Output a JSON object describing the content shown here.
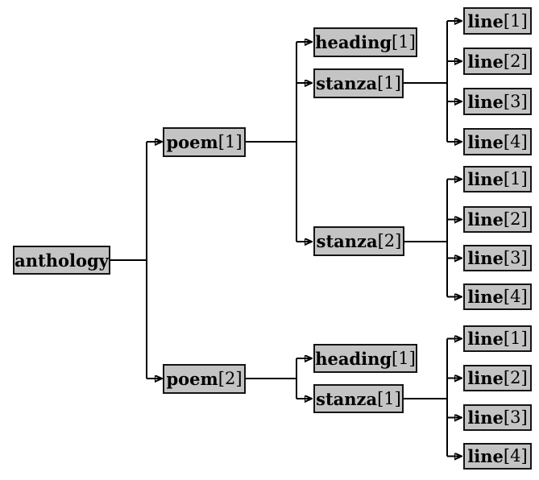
{
  "colors": {
    "background": "#ffffff",
    "node_fill": "#c4c4c4",
    "node_border": "#141414",
    "edge_line": "#000000",
    "text": "#000000"
  },
  "nodes": {
    "anthology": {
      "name": "anthology",
      "index": ""
    },
    "poem1": {
      "name": "poem",
      "index": "[1]"
    },
    "poem2": {
      "name": "poem",
      "index": "[2]"
    },
    "p1_heading1": {
      "name": "heading",
      "index": "[1]"
    },
    "p1_stanza1": {
      "name": "stanza",
      "index": "[1]"
    },
    "p1_stanza2": {
      "name": "stanza",
      "index": "[2]"
    },
    "p2_heading1": {
      "name": "heading",
      "index": "[1]"
    },
    "p2_stanza1": {
      "name": "stanza",
      "index": "[1]"
    },
    "p1_s1_lines": [
      {
        "name": "line",
        "index": "[1]"
      },
      {
        "name": "line",
        "index": "[2]"
      },
      {
        "name": "line",
        "index": "[3]"
      },
      {
        "name": "line",
        "index": "[4]"
      }
    ],
    "p1_s2_lines": [
      {
        "name": "line",
        "index": "[1]"
      },
      {
        "name": "line",
        "index": "[2]"
      },
      {
        "name": "line",
        "index": "[3]"
      },
      {
        "name": "line",
        "index": "[4]"
      }
    ],
    "p2_s1_lines": [
      {
        "name": "line",
        "index": "[1]"
      },
      {
        "name": "line",
        "index": "[2]"
      },
      {
        "name": "line",
        "index": "[3]"
      },
      {
        "name": "line",
        "index": "[4]"
      }
    ]
  }
}
